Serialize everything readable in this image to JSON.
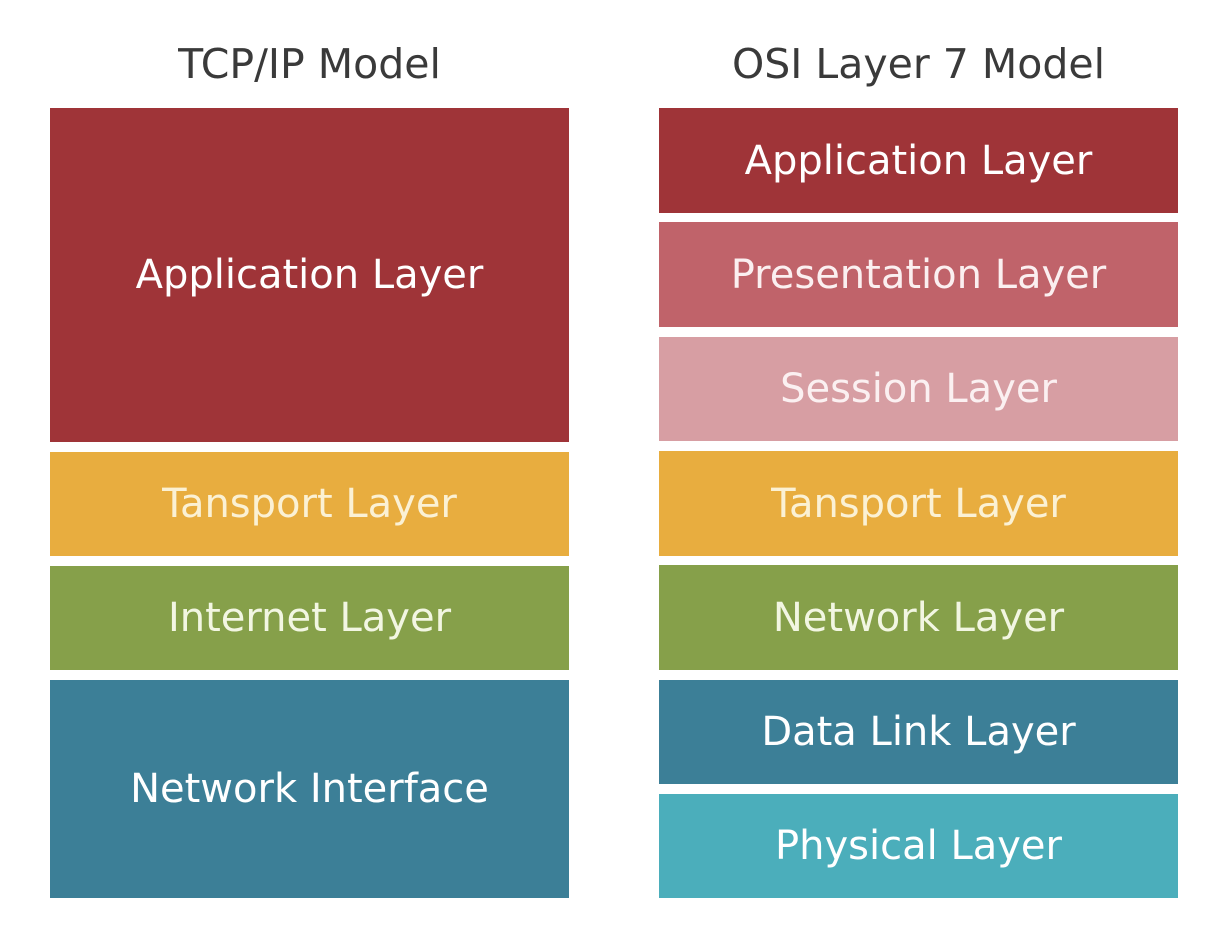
{
  "tcpip": {
    "title": "TCP/IP Model",
    "layers": [
      {
        "label": "Application Layer"
      },
      {
        "label": "Tansport Layer"
      },
      {
        "label": "Internet Layer"
      },
      {
        "label": "Network Interface"
      }
    ]
  },
  "osi": {
    "title": "OSI Layer 7 Model",
    "layers": [
      {
        "label": "Application Layer"
      },
      {
        "label": "Presentation Layer"
      },
      {
        "label": "Session Layer"
      },
      {
        "label": "Tansport Layer"
      },
      {
        "label": "Network Layer"
      },
      {
        "label": "Data Link Layer"
      },
      {
        "label": "Physical Layer"
      }
    ]
  },
  "colors": {
    "application": "#9f3438",
    "presentation": "#c0636a",
    "session": "#d79ea3",
    "transport": "#e8ad3f",
    "network": "#86a04a",
    "data_link": "#3c7f97",
    "physical": "#4baebb"
  }
}
